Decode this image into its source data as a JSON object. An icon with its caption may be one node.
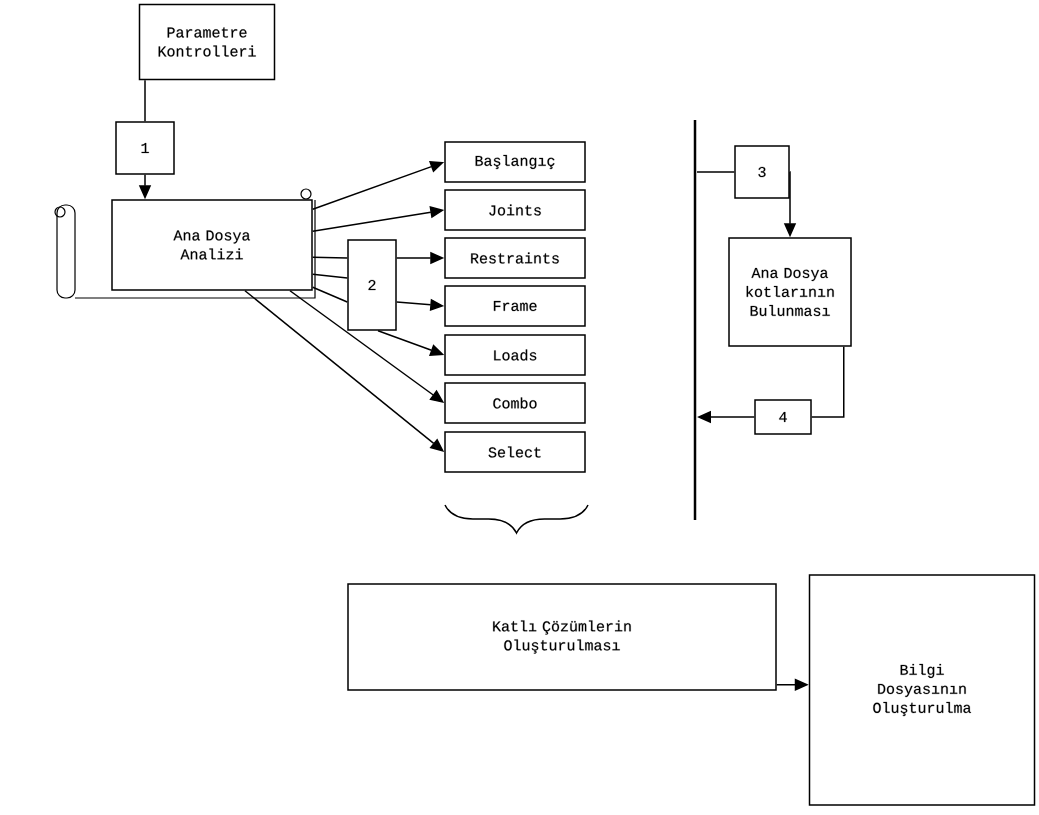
{
  "diagram": {
    "nodes": [
      {
        "text": [
          "Parametre Kontrolleri"
        ]
      },
      {
        "text": [
          "1"
        ]
      },
      {
        "text": [
          "Ana Dosya Analizi"
        ]
      },
      {
        "text": [
          "Başlangıç"
        ]
      },
      {
        "text": [
          "Joints"
        ]
      },
      {
        "text": [
          "Restraints"
        ]
      },
      {
        "text": [
          "Frame"
        ]
      },
      {
        "text": [
          "Loads"
        ]
      },
      {
        "text": [
          "Combo"
        ]
      },
      {
        "text": [
          "Select"
        ]
      },
      {
        "text": [
          "2"
        ]
      },
      {
        "text": [],
        "shape": "bar"
      },
      {
        "text": [
          "3"
        ]
      },
      {
        "text": [
          "Ana Dosya kotlarının Bulunması"
        ]
      },
      {
        "text": [
          "4"
        ]
      },
      {
        "text": [
          "Katlı Çözümlerin Oluşturulması"
        ]
      },
      {
        "text": [
          "Bilgi Dosyasının Oluşturulma"
        ]
      }
    ],
    "edges": [
      {
        "from": 0,
        "to": 1,
        "arrow": "none"
      },
      {
        "from": 1,
        "to": 2,
        "arrow": "to"
      },
      {
        "from": 2,
        "to": 3,
        "arrow": "to"
      },
      {
        "from": 2,
        "to": 4,
        "arrow": "to"
      },
      {
        "from": 2,
        "to": 10,
        "arrow": "none"
      },
      {
        "from": 2,
        "to": 10,
        "arrow": "none"
      },
      {
        "from": 2,
        "to": 10,
        "arrow": "none"
      },
      {
        "from": 10,
        "to": 5,
        "arrow": "to"
      },
      {
        "from": 10,
        "to": 6,
        "arrow": "to"
      },
      {
        "from": 10,
        "to": 7,
        "arrow": "to"
      },
      {
        "from": 2,
        "to": 8,
        "arrow": "to"
      },
      {
        "from": 2,
        "to": 9,
        "arrow": "to"
      },
      {
        "from": 11,
        "to": 12,
        "arrow": "none"
      },
      {
        "from": 12,
        "to": 13,
        "arrow": "to"
      },
      {
        "from": 13,
        "to": 14,
        "arrow": "none"
      },
      {
        "from": 14,
        "to": 11,
        "arrow": "to"
      },
      {
        "from": 15,
        "to": 16,
        "arrow": "to"
      }
    ]
  }
}
